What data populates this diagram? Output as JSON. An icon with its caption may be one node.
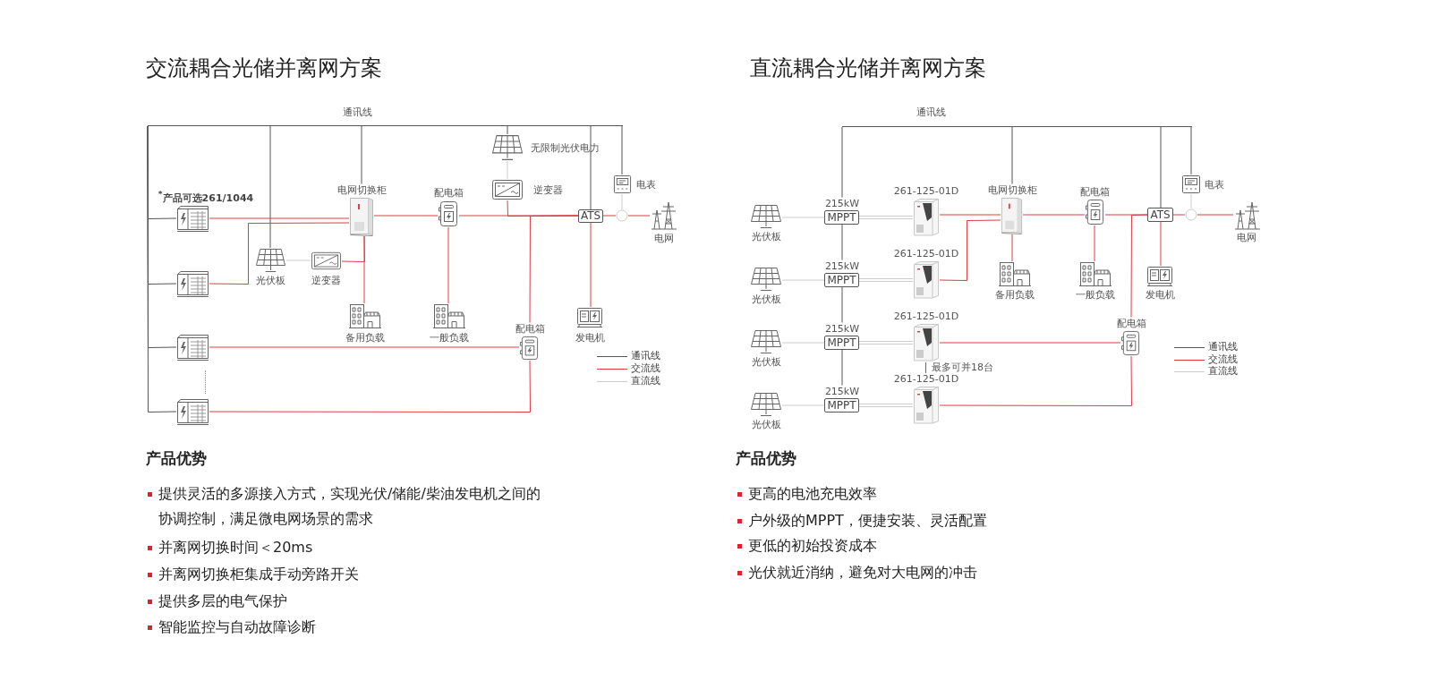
{
  "diagram": {
    "nodes": [
      {
        "text": [
          "通讯线"
        ]
      },
      {
        "text": [
          "$^{*}$产品可选261/1044"
        ]
      },
      {
        "text": [],
        "shape": "box"
      },
      {
        "text": [],
        "shape": "box"
      },
      {
        "text": [],
        "shape": "box"
      },
      {
        "text": [
          "光伏板"
        ]
      },
      {
        "text": [
          "逆变器"
        ]
      },
      {
        "text": [
          "电网切换柜"
        ]
      },
      {
        "text": [
          "备用负载"
        ]
      },
      {
        "text": [
          "配电箱"
        ]
      },
      {
        "text": [
          "一般负载"
        ]
      },
      {
        "text": [
          "无限制光伏电力"
        ]
      },
      {
        "text": [
          "逆变器"
        ]
      },
      {
        "text": [
          "配电箱"
        ]
      },
      {
        "text": [
          "ATS"
        ]
      },
      {
        "text": [
          "电表"
        ]
      },
      {
        "text": [],
        "shape": "circle"
      },
      {
        "text": [
          "电网"
        ]
      },
      {
        "text": [
          "发电机"
        ]
      },
      {
        "text": [
          "通讯线"
        ]
      },
      {
        "text": [
          "光伏板"
        ]
      },
      {
        "text": [
          "光伏板"
        ]
      },
      {
        "text": [
          "光伏板"
        ]
      },
      {
        "text": [
          "光伏板"
        ]
      },
      {
        "text": [
          "MPPT"
        ],
        "beside": [
          "215kW"
        ]
      },
      {
        "text": [
          "MPPT"
        ],
        "beside": [
          "215kW"
        ]
      },
      {
        "text": [
          "MPPT"
        ],
        "beside": [
          "215kW"
        ]
      },
      {
        "text": [
          "MPPT"
        ],
        "beside": [
          "215kW"
        ]
      },
      {
        "text": [
          "261-125-01D"
        ]
      },
      {
        "text": [
          "261-125-01D"
        ]
      },
      {
        "text": [
          "261-125-01D"
        ]
      },
      {
        "text": [
          "261-125-01D"
        ]
      },
      {
        "text": [
          "电网切换柜"
        ]
      },
      {
        "text": [
          "备用负载"
        ]
      },
      {
        "text": [
          "配电箱"
        ]
      },
      {
        "text": [
          "一般负载"
        ]
      },
      {
        "text": [
          "配电箱"
        ]
      },
      {
        "text": [
          "ATS"
        ]
      },
      {
        "text": [
          "电表"
        ]
      },
      {
        "text": [],
        "shape": "circle"
      },
      {
        "text": [
          "电网"
        ]
      },
      {
        "text": [
          "发电机"
        ]
      }
    ],
    "edges": [
      {
        "from": 0,
        "to": 1,
        "arrow": "none",
        "color": "#555555"
      },
      {
        "from": 0,
        "to": 2,
        "arrow": "none",
        "color": "#555555"
      },
      {
        "from": 0,
        "to": 3,
        "arrow": "none",
        "color": "#555555"
      },
      {
        "from": 0,
        "to": 4,
        "arrow": "none",
        "color": "#555555"
      },
      {
        "from": 0,
        "to": 5,
        "arrow": "none",
        "color": "#555555"
      },
      {
        "from": 0,
        "to": 7,
        "arrow": "none",
        "color": "#555555"
      },
      {
        "from": 0,
        "to": 11,
        "arrow": "none",
        "color": "#555555"
      },
      {
        "from": 0,
        "to": 14,
        "arrow": "none",
        "color": "#555555"
      },
      {
        "from": 0,
        "to": 15,
        "arrow": "none",
        "color": "#555555"
      },
      {
        "from": 1,
        "to": 7,
        "arrow": "none"
      },
      {
        "from": 2,
        "to": 7,
        "arrow": "none"
      },
      {
        "from": 6,
        "to": 7,
        "arrow": "none"
      },
      {
        "from": 7,
        "to": 8,
        "arrow": "none"
      },
      {
        "from": 7,
        "to": 9,
        "arrow": "none"
      },
      {
        "from": 9,
        "to": 10,
        "arrow": "none"
      },
      {
        "from": 9,
        "to": 14,
        "arrow": "none"
      },
      {
        "from": 12,
        "to": 14,
        "arrow": "none"
      },
      {
        "from": 13,
        "to": 14,
        "arrow": "none"
      },
      {
        "from": 3,
        "to": 13,
        "arrow": "none"
      },
      {
        "from": 4,
        "to": 13,
        "arrow": "none"
      },
      {
        "from": 14,
        "to": 16,
        "arrow": "none"
      },
      {
        "from": 16,
        "to": 17,
        "arrow": "none"
      },
      {
        "from": 14,
        "to": 18,
        "arrow": "none"
      },
      {
        "from": 5,
        "to": 6,
        "arrow": "none",
        "color": "#cccccc"
      },
      {
        "from": 11,
        "to": 12,
        "arrow": "none",
        "color": "#cccccc"
      },
      {
        "from": 15,
        "to": 16,
        "arrow": "none",
        "color": "#cccccc"
      },
      {
        "from": 19,
        "to": 24,
        "arrow": "none",
        "color": "#555555"
      },
      {
        "from": 24,
        "to": 25,
        "arrow": "none",
        "color": "#555555"
      },
      {
        "from": 25,
        "to": 26,
        "arrow": "none",
        "color": "#555555"
      },
      {
        "from": 26,
        "to": 27,
        "arrow": "none",
        "color": "#555555"
      },
      {
        "from": 19,
        "to": 32,
        "arrow": "none",
        "color": "#555555"
      },
      {
        "from": 19,
        "to": 37,
        "arrow": "none",
        "color": "#555555"
      },
      {
        "from": 19,
        "to": 38,
        "arrow": "none",
        "color": "#555555"
      },
      {
        "from": 20,
        "to": 24,
        "arrow": "none",
        "color": "#cccccc"
      },
      {
        "from": 21,
        "to": 25,
        "arrow": "none",
        "color": "#cccccc"
      },
      {
        "from": 22,
        "to": 26,
        "arrow": "none",
        "color": "#cccccc"
      },
      {
        "from": 23,
        "to": 27,
        "arrow": "none",
        "color": "#cccccc"
      },
      {
        "from": 24,
        "to": 28,
        "arrow": "none",
        "color": "#cccccc"
      },
      {
        "from": 25,
        "to": 29,
        "arrow": "none",
        "color": "#cccccc"
      },
      {
        "from": 26,
        "to": 30,
        "arrow": "none",
        "color": "#cccccc"
      },
      {
        "from": 27,
        "to": 31,
        "arrow": "none",
        "color": "#cccccc"
      },
      {
        "from": 28,
        "to": 32,
        "arrow": "none"
      },
      {
        "from": 29,
        "to": 32,
        "arrow": "none"
      },
      {
        "from": 32,
        "to": 33,
        "arrow": "none"
      },
      {
        "from": 32,
        "to": 34,
        "arrow": "none"
      },
      {
        "from": 34,
        "to": 35,
        "arrow": "none"
      },
      {
        "from": 34,
        "to": 37,
        "arrow": "none"
      },
      {
        "from": 36,
        "to": 37,
        "arrow": "none"
      },
      {
        "from": 30,
        "to": 36,
        "arrow": "none"
      },
      {
        "from": 31,
        "to": 36,
        "arrow": "none"
      },
      {
        "from": 37,
        "to": 41,
        "arrow": "none"
      },
      {
        "from": 37,
        "to": 39,
        "arrow": "none"
      },
      {
        "from": 39,
        "to": 40,
        "arrow": "none"
      },
      {
        "from": 38,
        "to": 39,
        "arrow": "none",
        "color": "#cccccc"
      }
    ],
    "labels": [
      "交流耦合光储并离网方案",
      "直流耦合光储并离网方案",
      "最多可并18台",
      "产品优势",
      "提供灵活的多源接入方式，实现光伏/储能/柴油发电机之间的协调控制，满足微电网场景的需求",
      "并离网切换时间＜20ms",
      "并离网切换柜集成手动旁路开关",
      "提供多层的电气保护",
      "智能监控与自动故障诊断",
      "产品优势",
      "更高的电池充电效率",
      "户外级的MPPT，便捷安装、灵活配置",
      "更低的初始投资成本",
      "光伏就近消纳，避免对大电网的冲击"
    ],
    "legend": [
      {
        "text": "通讯线"
      },
      {
        "text": "交流线"
      },
      {
        "text": "直流线"
      },
      {
        "text": "通讯线"
      },
      {
        "text": "交流线"
      },
      {
        "text": "直流线"
      }
    ]
  }
}
